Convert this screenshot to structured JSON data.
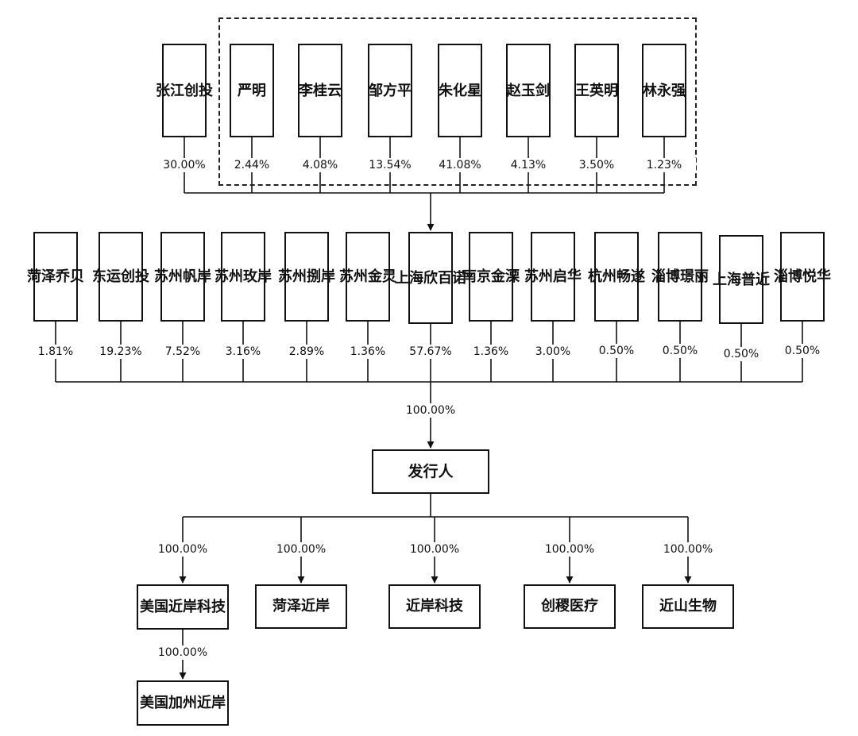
{
  "top_shareholders": [
    {
      "id": "t0",
      "name": "张江创投",
      "pct": "30.00%"
    },
    {
      "id": "t1",
      "name": "严明",
      "pct": "2.44%"
    },
    {
      "id": "t2",
      "name": "李桂云",
      "pct": "4.08%"
    },
    {
      "id": "t3",
      "name": "邹方平",
      "pct": "13.54%"
    },
    {
      "id": "t4",
      "name": "朱化星",
      "pct": "41.08%"
    },
    {
      "id": "t5",
      "name": "赵玉剑",
      "pct": "4.13%"
    },
    {
      "id": "t6",
      "name": "王英明",
      "pct": "3.50%"
    },
    {
      "id": "t7",
      "name": "林永强",
      "pct": "1.23%"
    }
  ],
  "mid_shareholders": [
    {
      "id": "m0",
      "name": "菏泽乔贝",
      "pct": "1.81%"
    },
    {
      "id": "m1",
      "name": "东运创投",
      "pct": "19.23%"
    },
    {
      "id": "m2",
      "name": "苏州帆岸",
      "pct": "7.52%"
    },
    {
      "id": "m3",
      "name": "苏州玫岸",
      "pct": "3.16%"
    },
    {
      "id": "m4",
      "name": "苏州捌岸",
      "pct": "2.89%"
    },
    {
      "id": "m5",
      "name": "苏州金灵",
      "pct": "1.36%"
    },
    {
      "id": "m6",
      "name": "上海欣百诺",
      "pct": "57.67%"
    },
    {
      "id": "m7",
      "name": "南京金溧",
      "pct": "1.36%"
    },
    {
      "id": "m8",
      "name": "苏州启华",
      "pct": "3.00%"
    },
    {
      "id": "m9",
      "name": "杭州畅遂",
      "pct": "0.50%"
    },
    {
      "id": "m10",
      "name": "淄博璟丽",
      "pct": "0.50%"
    },
    {
      "id": "m11",
      "name": "上海普近",
      "pct": "0.50%"
    },
    {
      "id": "m12",
      "name": "淄博悦华",
      "pct": "0.50%"
    }
  ],
  "issuer": {
    "name": "发行人",
    "pct_from_shareholders": "100.00%"
  },
  "subsidiaries": [
    {
      "id": "s0",
      "name": "美国\n近岸科技",
      "pct": "100.00%"
    },
    {
      "id": "s1",
      "name": "菏泽近岸",
      "pct": "100.00%"
    },
    {
      "id": "s2",
      "name": "近岸科技",
      "pct": "100.00%"
    },
    {
      "id": "s3",
      "name": "创稷医疗",
      "pct": "100.00%"
    },
    {
      "id": "s4",
      "name": "近山生物",
      "pct": "100.00%"
    }
  ],
  "sub_subsidiary": {
    "id": "ss0",
    "name": "美国\n加州近岸",
    "pct": "100.00%"
  }
}
